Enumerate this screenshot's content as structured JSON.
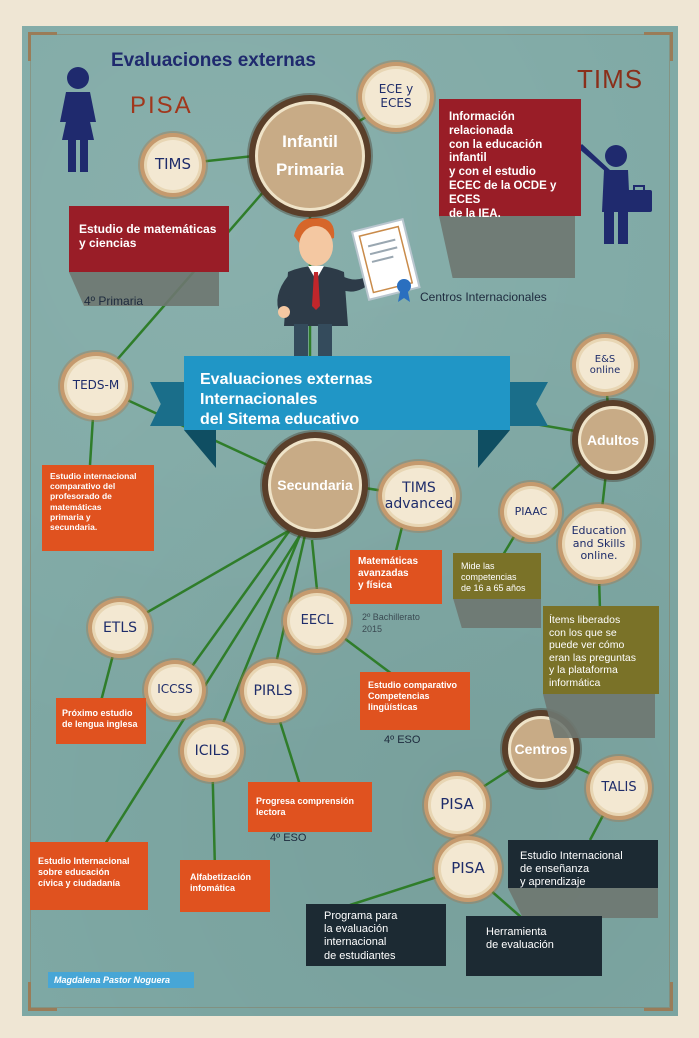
{
  "header": {
    "title": "Evaluaciones externas",
    "pisa_label": "PISA",
    "tims_label": "TIMS"
  },
  "banner": {
    "line1": "Evaluaciones externas Internacionales",
    "line2": "del Sitema educativo"
  },
  "hubs": {
    "primaria_line1": "Infantil",
    "primaria_line2": "Primaria",
    "secundaria": "Secundaria",
    "adultos": "Adultos",
    "centros": "Centros"
  },
  "nodes": {
    "ece_eces": "ECE y ECES",
    "tims_primaria": "TIMS",
    "teds_m": "TEDS-M",
    "tims_advanced_line1": "TIMS",
    "tims_advanced_line2": "advanced",
    "etls": "ETLS",
    "iccss": "ICCSS",
    "icils": "ICILS",
    "pirls": "PIRLS",
    "eecl": "EECL",
    "es_online": "E&S online",
    "piaac": "PIAAC",
    "education_skills_line1": "Education",
    "education_skills_line2": "and Skills",
    "education_skills_line3": "online.",
    "talis": "TALIS",
    "pisa_1": "PISA",
    "pisa_2": "PISA"
  },
  "cards": {
    "tims_card_line1": "Estudio de matemáticas",
    "tims_card_line2": "y ciencias",
    "ece_card_line1": "Información relacionada",
    "ece_card_line2": "con la educación infantil",
    "ece_card_line3": "y con el estudio",
    "ece_card_line4": "ECEC de la OCDE y ECES",
    "ece_card_line5": "de la IEA.",
    "teds_card_line1": "Estudio internacional",
    "teds_card_line2": "comparativo del",
    "teds_card_line3": "profesorado de",
    "teds_card_line4": "matemáticas",
    "teds_card_line5": "primaria y",
    "teds_card_line6": "secundaria.",
    "tims_adv_card_line1": "Matemáticas",
    "tims_adv_card_line2": "avanzadas",
    "tims_adv_card_line3": "y física",
    "piaac_card_line1": "Mide las",
    "piaac_card_line2": "competencias",
    "piaac_card_line3": "de 16 a 65 años",
    "es_card_line1": "Ítems liberados",
    "es_card_line2": "con los que se",
    "es_card_line3": "puede ver cómo",
    "es_card_line4": "eran las preguntas",
    "es_card_line5": "y la plataforma",
    "es_card_line6": "informática",
    "etls_card_line1": "Próximo estudio",
    "etls_card_line2": "de lengua inglesa",
    "eecl_card_line1": "Estudio comparativo",
    "eecl_card_line2": "Competencias",
    "eecl_card_line3": "lingüísticas",
    "pirls_card_line1": "Progresa comprensión",
    "pirls_card_line2": "lectora",
    "iccss_card_line1": "Estudio Internacional",
    "iccss_card_line2": "sobre educación",
    "iccss_card_line3": "cívica y ciudadanía",
    "icils_card_line1": "Alfabetización",
    "icils_card_line2": "infomática",
    "talis_card_line1": "Estudio Internacional",
    "talis_card_line2": "de enseñanza",
    "talis_card_line3": "y aprendizaje",
    "pisa1_card_line1": "Programa para",
    "pisa1_card_line2": "la evaluación",
    "pisa1_card_line3": "internacional",
    "pisa1_card_line4": "de estudiantes",
    "pisa2_card_line1": "Herramienta",
    "pisa2_card_line2": "de evaluación"
  },
  "notes": {
    "cuarto_primaria": "4º Primaria",
    "centros_internacionales": "Centros Internacionales",
    "bachillerato_line1": "2º Bachillerato",
    "bachillerato_line2": "2015",
    "cuarto_eso_1": "4º ESO",
    "cuarto_eso_2": "4º ESO"
  },
  "author": "Magdalena Pastor Noguera",
  "colors": {
    "background": "#7fa9a5",
    "card_red": "#991d27",
    "card_orange": "#e0521f",
    "card_olive": "#7a7228",
    "card_navy": "#1c2a33",
    "banner_blue": "#2096c6",
    "connector_green": "#2f7d2a"
  }
}
